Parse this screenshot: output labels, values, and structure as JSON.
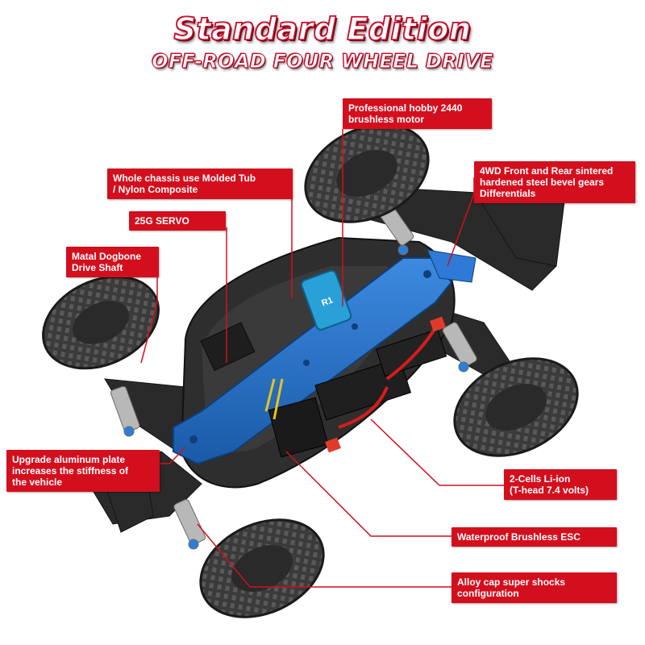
{
  "header": {
    "title": "Standard Edition",
    "subtitle": "OFF-ROAD FOUR WHEEL DRIVE"
  },
  "colors": {
    "callout_bg": "#d30f1e",
    "title_outline": "#c8102e",
    "chassis_blue": "#1f6fc7",
    "tire": "#3a3a3a"
  },
  "callouts": {
    "motor": {
      "line1": "Professional hobby 2440",
      "line2": "brushless motor"
    },
    "chassis": {
      "line1": "Whole chassis use Molded Tub",
      "line2": "/ Nylon Composite"
    },
    "servo": {
      "line1": "25G SERVO"
    },
    "dogbone": {
      "line1": "Matal Dogbone",
      "line2": "Drive Shaft"
    },
    "diff": {
      "line1": "4WD Front and Rear sintered",
      "line2": "hardened steel bevel gears",
      "line3": "Differentials"
    },
    "plate": {
      "line1": "Upgrade aluminum plate",
      "line2": "increases the stiffness of",
      "line3": "the vehicle"
    },
    "battery": {
      "line1": "2-Cells  Li-ion",
      "line2": "(T-head 7.4 volts)"
    },
    "esc": {
      "line1": "Waterproof Brushless ESC"
    },
    "shocks": {
      "line1": "Alloy cap super shocks",
      "line2": "configuration"
    }
  },
  "motor_label": "R1"
}
